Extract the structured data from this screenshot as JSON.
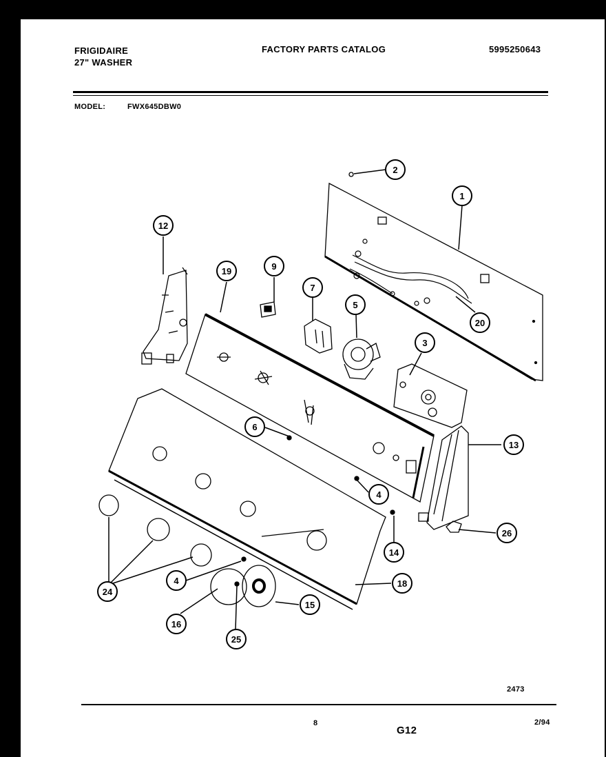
{
  "header": {
    "brand": "FRIGIDAIRE",
    "product": "27\" WASHER",
    "catalog_title": "FACTORY PARTS CATALOG",
    "catalog_number": "5995250643",
    "model_label": "MODEL:",
    "model_value": "FWX645DBW0"
  },
  "callouts": [
    "1",
    "2",
    "3",
    "4",
    "4",
    "5",
    "6",
    "7",
    "9",
    "12",
    "13",
    "14",
    "15",
    "16",
    "18",
    "19",
    "20",
    "24",
    "25",
    "26"
  ],
  "footer": {
    "drawing_number": "2473",
    "page_number": "8",
    "section_code": "G12",
    "date_code": "2/94"
  }
}
